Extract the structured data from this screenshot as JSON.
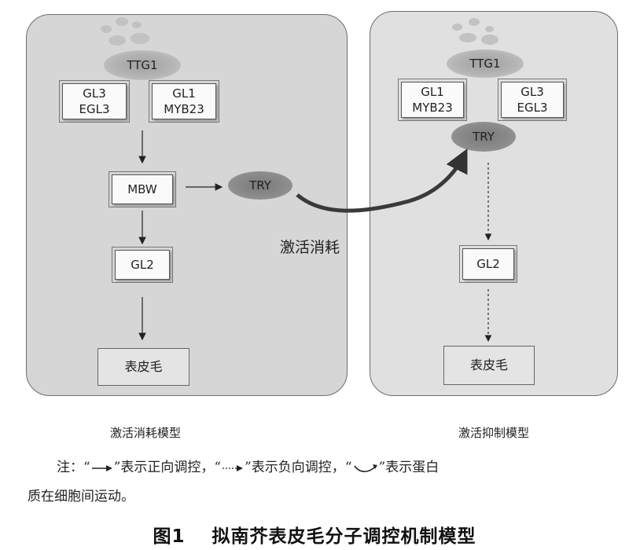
{
  "left_panel": {
    "ttg1": "TTG1",
    "box_gl3_egl3": [
      "GL3",
      "EGL3"
    ],
    "box_gl1_myb23": [
      "GL1",
      "MYB23"
    ],
    "mbw": "MBW",
    "try": "TRY",
    "gl2": "GL2",
    "trichome": "表皮毛",
    "model_label": "激活消耗模型"
  },
  "right_panel": {
    "ttg1": "TTG1",
    "box_gl1_myb23": [
      "GL1",
      "MYB23"
    ],
    "box_gl3_egl3": [
      "GL3",
      "EGL3"
    ],
    "try": "TRY",
    "gl2": "GL2",
    "trichome": "表皮毛",
    "model_label": "激活抑制模型"
  },
  "center_label": "激活消耗",
  "note": {
    "prefix": "注：",
    "q1": "“",
    "q1_end": "”表示正向调控，",
    "q2": "“",
    "q2_end": "”表示负向调控，",
    "q3": "“",
    "q3_end": "”表示蛋白",
    "line2": "质在细胞间运动。"
  },
  "figure": {
    "number": "图1",
    "title": "拟南芥表皮毛分子调控机制模型"
  }
}
